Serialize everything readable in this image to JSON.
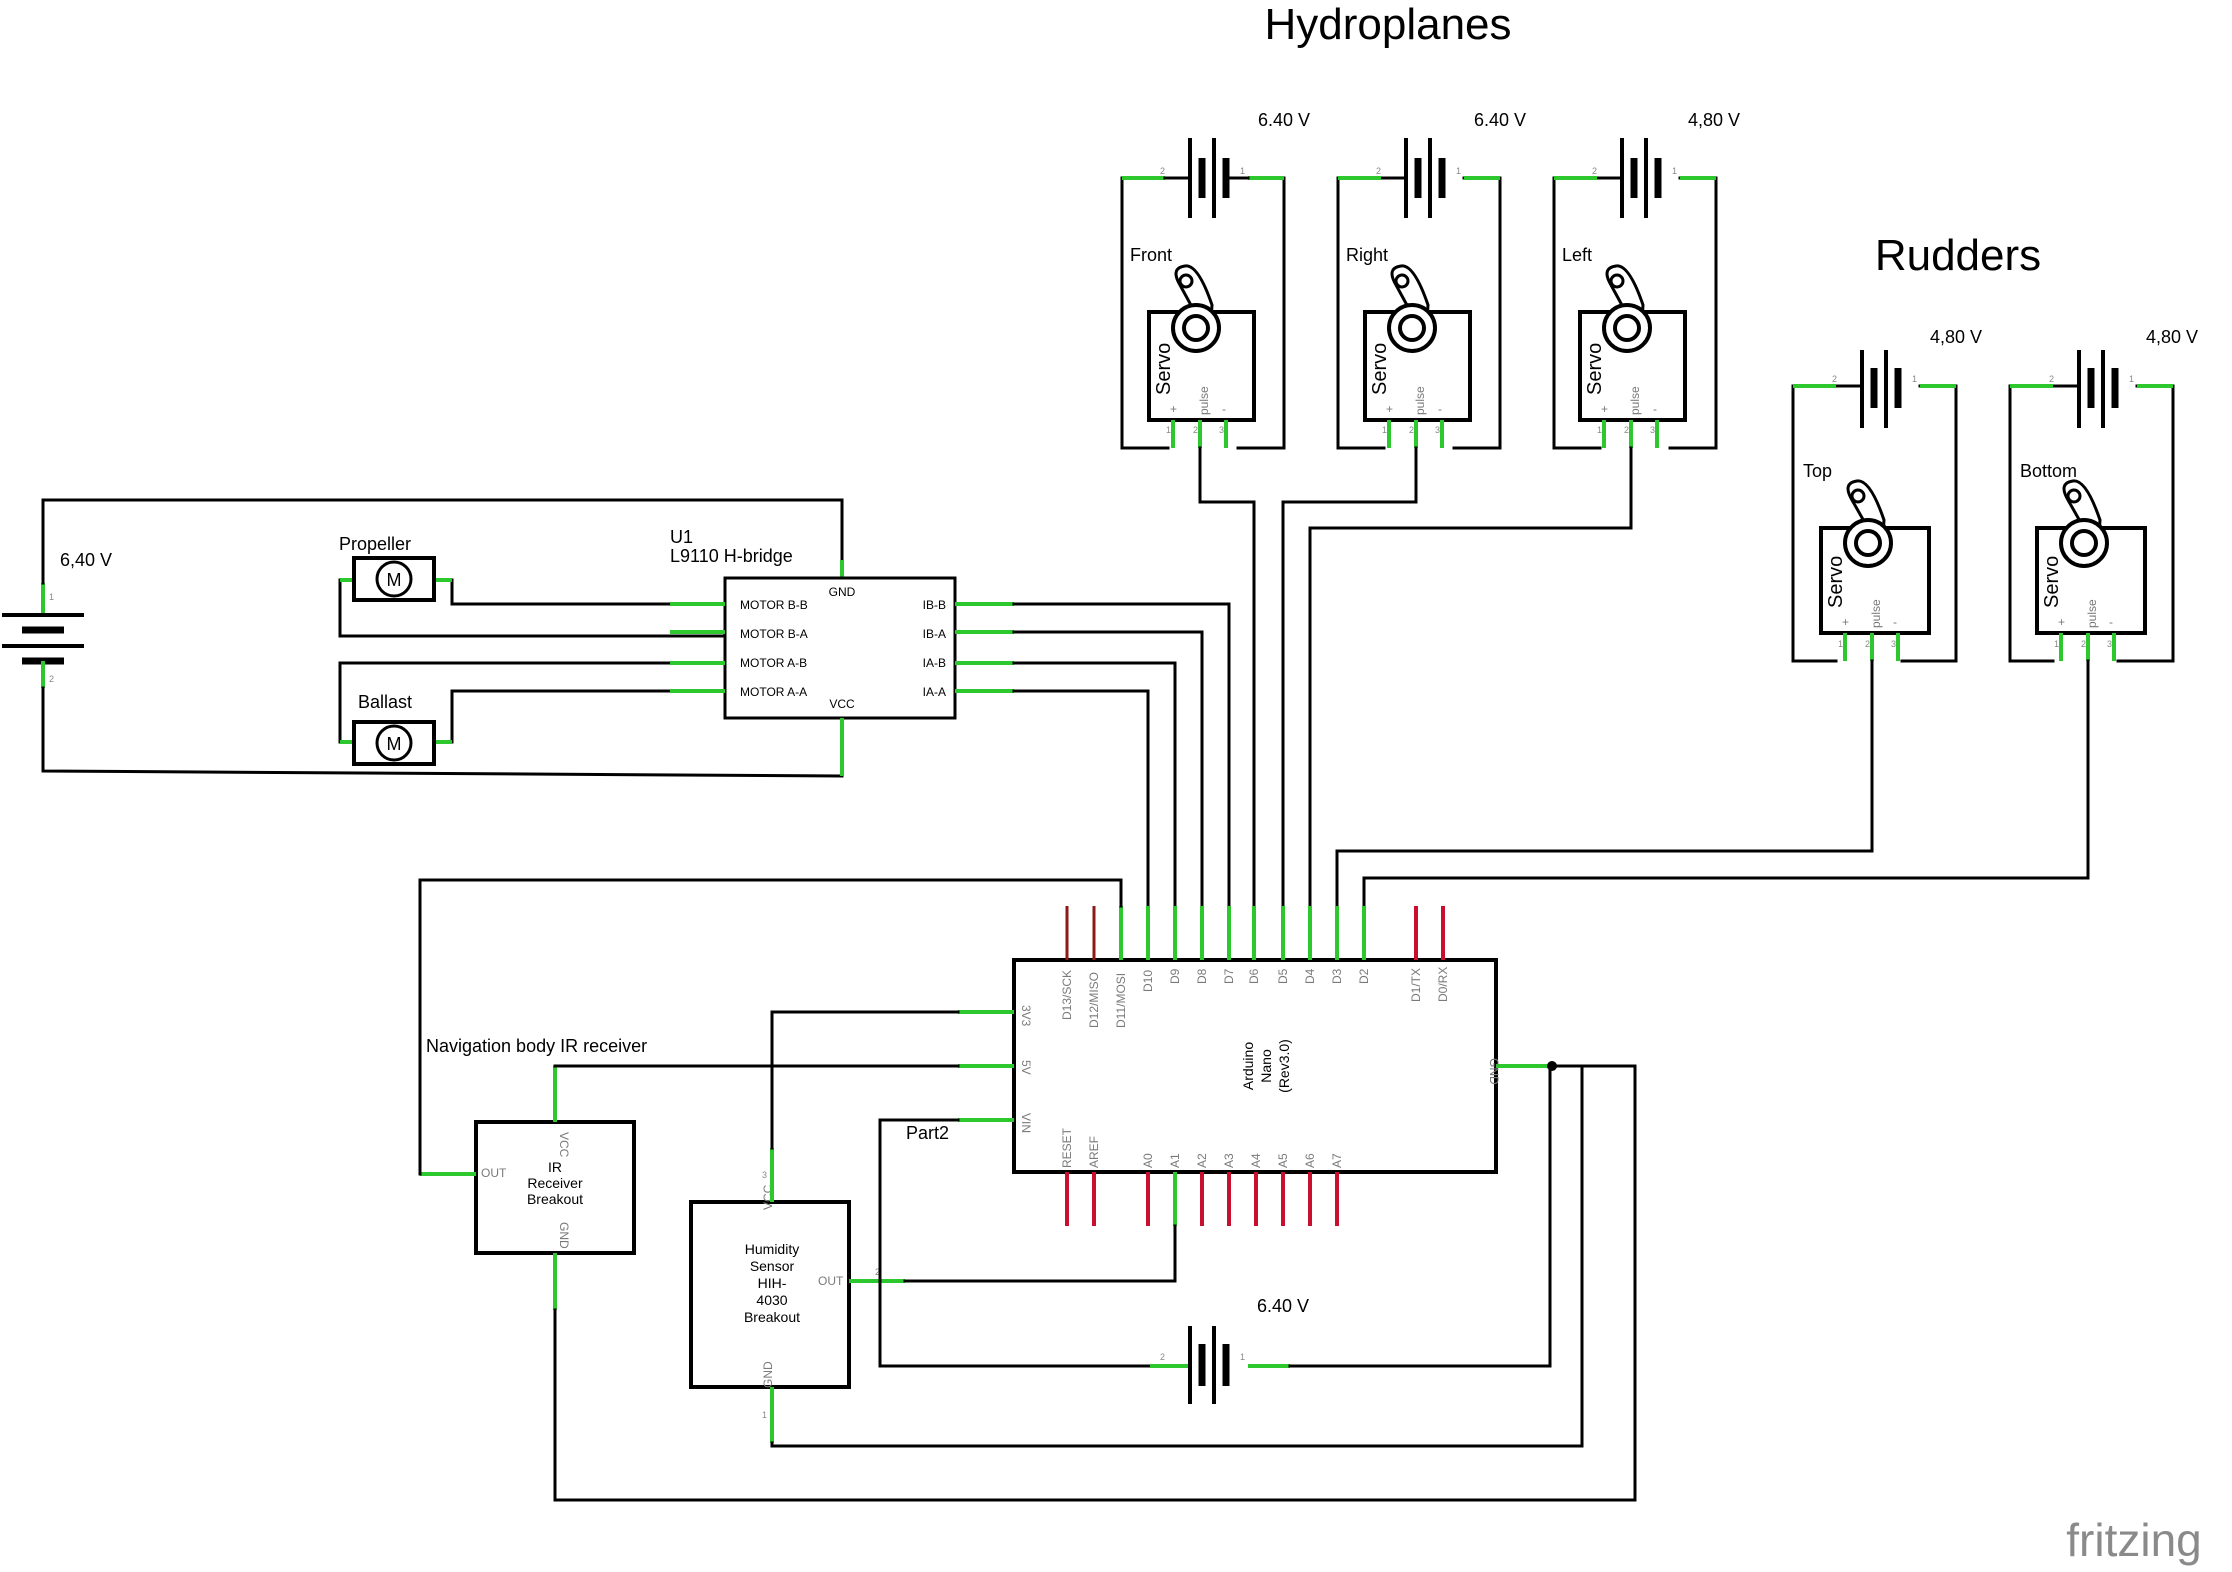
{
  "title_hydroplanes": "Hydroplanes",
  "title_rudders": "Rudders",
  "hydro": [
    {
      "voltage": "6.40 V",
      "name": "Front"
    },
    {
      "voltage": "6.40 V",
      "name": "Right"
    },
    {
      "voltage": "4,80 V",
      "name": "Left"
    }
  ],
  "rudders": [
    {
      "voltage": "4,80 V",
      "name": "Top"
    },
    {
      "voltage": "4,80 V",
      "name": "Bottom"
    }
  ],
  "servo": {
    "label": "Servo",
    "pulse": "pulse",
    "plus": "+",
    "minus": "-",
    "pin1": "1",
    "pin2": "2",
    "pin3": "3"
  },
  "battery_pins": {
    "p1": "1",
    "p2": "2"
  },
  "left_battery": {
    "voltage": "6,40 V"
  },
  "motors": {
    "propeller": "Propeller",
    "ballast": "Ballast",
    "symbol": "M"
  },
  "hbridge": {
    "ref": "U1",
    "name": "L9110 H-bridge",
    "gnd": "GND",
    "vcc": "VCC",
    "left_pins": [
      "MOTOR B-B",
      "MOTOR B-A",
      "MOTOR A-B",
      "MOTOR A-A"
    ],
    "right_pins": [
      "IB-B",
      "IB-A",
      "IA-B",
      "IA-A"
    ]
  },
  "arduino": {
    "name_l1": "Arduino",
    "name_l2": "Nano",
    "name_l3": "(Rev3.0)",
    "top_pins": [
      "D13/SCK",
      "D12/MISO",
      "D11/MOSI",
      "D10",
      "D9",
      "D8",
      "D7",
      "D6",
      "D5",
      "D4",
      "D3",
      "D2",
      "D1/TX",
      "D0/RX"
    ],
    "bottom_pins": [
      "RESET",
      "AREF",
      "A0",
      "A1",
      "A2",
      "A3",
      "A4",
      "A5",
      "A6",
      "A7"
    ],
    "left_pins": [
      "3V3",
      "5V",
      "VIN"
    ],
    "right_pin": "GND"
  },
  "ir": {
    "caption": "Navigation body IR receiver",
    "l1": "IR",
    "l2": "Receiver",
    "l3": "Breakout",
    "vcc": "VCC",
    "gnd": "GND",
    "out": "OUT"
  },
  "humidity": {
    "l1": "Humidity",
    "l2": "Sensor",
    "l3": "HIH-",
    "l4": "4030",
    "l5": "Breakout",
    "vcc": "VCC",
    "gnd": "GND",
    "out": "OUT",
    "vcc_num": "3",
    "out_num": "2",
    "gnd_num": "1"
  },
  "part2": "Part2",
  "bottom_battery": {
    "voltage": "6.40 V"
  },
  "brand": "fritzing"
}
